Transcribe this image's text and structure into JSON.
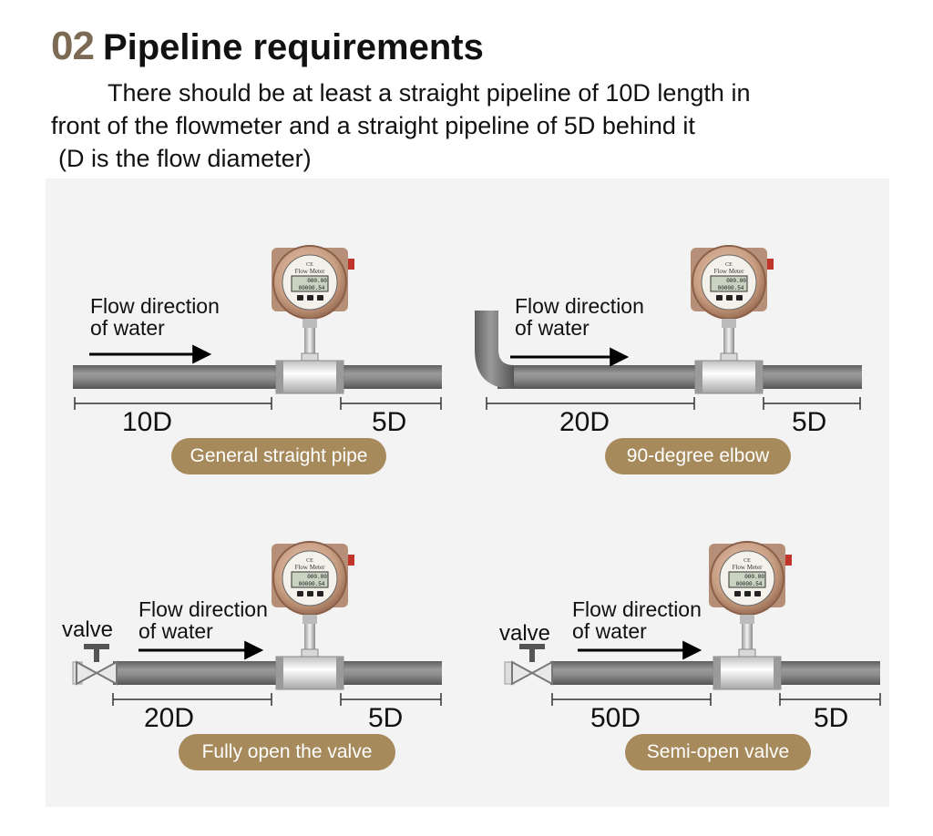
{
  "header": {
    "number": "02",
    "title": "Pipeline requirements"
  },
  "intro": {
    "line1": "There should be at least a straight pipeline of 10D length in",
    "line2": "front of the flowmeter and a straight pipeline of 5D behind it",
    "line3": "(D is the flow diameter)"
  },
  "meter": {
    "brand": "Flow Meter",
    "reading1": "000.00",
    "reading2": "00000.54"
  },
  "panels": [
    {
      "flow_line1": "Flow direction",
      "flow_line2": "of water",
      "upstream": "10D",
      "downstream": "5D",
      "label": "General straight pipe"
    },
    {
      "flow_line1": "Flow direction",
      "flow_line2": "of water",
      "upstream": "20D",
      "downstream": "5D",
      "label": "90-degree elbow"
    },
    {
      "flow_line1": "Flow direction",
      "flow_line2": "of water",
      "upstream": "20D",
      "downstream": "5D",
      "label": "Fully open the valve",
      "valve": "valve"
    },
    {
      "flow_line1": "Flow direction",
      "flow_line2": "of water",
      "upstream": "50D",
      "downstream": "5D",
      "label": "Semi-open valve",
      "valve": "valve"
    }
  ],
  "colors": {
    "heading_number": "#7d6a55",
    "pill": "#a68a5c",
    "pipe": "#7a7a7a",
    "meter_ring": "#c9a48a"
  }
}
